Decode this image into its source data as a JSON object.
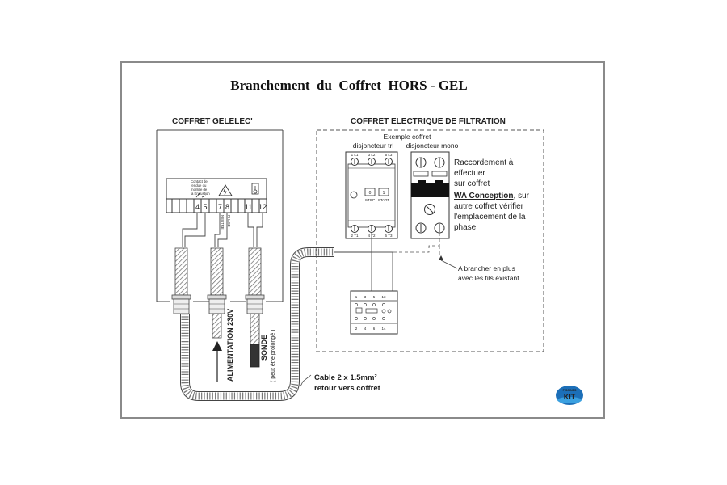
{
  "title": "Branchement  du  Coffret  HORS - GEL",
  "gelelec": {
    "heading": "COFFRET GELELEC'",
    "contact_note": [
      "Contact de",
      "rendue ou",
      "montée de",
      "la Endustion"
    ],
    "terminals": [
      "4",
      "5",
      "7",
      "8",
      "11",
      "12"
    ],
    "neutre_label": "NEUTRE",
    "phase_label": "PHASE"
  },
  "filtration": {
    "heading": "COFFRET ELECTRIQUE DE FILTRATION",
    "example_line1": "Exemple coffret",
    "example_tri": "disjoncteur tri",
    "example_mono": "disjoncteur mono",
    "tri_top_labels": [
      "1 L1",
      "3 L2",
      "5 L3"
    ],
    "tri_bottom_labels": [
      "2 T1",
      "4 T2",
      "6 T3"
    ],
    "stop_label": "STOP",
    "start_label": "START",
    "raccord_lines": [
      "Raccordement à",
      "effectuer",
      "sur coffret"
    ],
    "raccord_bold": "WA Conception",
    "raccord_bold_suffix": ", sur",
    "raccord_rest": [
      "autre coffret vérifier",
      "l'emplacement de la",
      "phase"
    ],
    "brancher_lines": [
      "A brancher en plus",
      "avec les fils existant"
    ],
    "contactor_top": [
      "1",
      "3",
      "5",
      "13"
    ],
    "contactor_bottom": [
      "2",
      "4",
      "6",
      "14"
    ]
  },
  "cables": {
    "alimentation": "ALIMENTATION 230V",
    "sonde": "SONDE",
    "sonde_note": "( peut être prolongé )",
    "return_line1": "Cable 2 x 1.5mm²",
    "return_line2": "retour vers coffret"
  },
  "logo_text": "PISCINES KIT"
}
